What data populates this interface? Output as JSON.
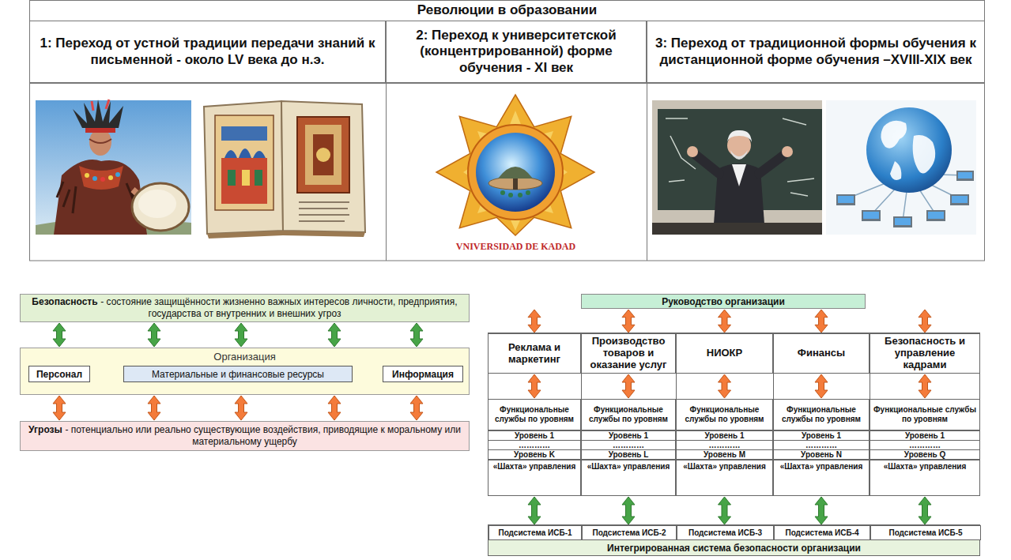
{
  "diagram": {
    "title": "Революции в образовании",
    "nodes": [
      {
        "text": [
          "1: Переход от устной традиции передачи знаний к письменной - около LV века до н.э."
        ]
      },
      {
        "text": [
          "2: Переход к университетской (концентрированной) форме обучения - XI век"
        ]
      },
      {
        "text": [
          "3: Переход от традиционной формы обучения к дистанционной форме обучения –XVIII-XIX век"
        ]
      },
      {
        "text": [
          "Безопасность",
          "- состояние защищённости жизненно важных интересов личности, предприятия, государства от внутренних и внешних угроз"
        ]
      },
      {
        "text": [
          "Организация"
        ]
      },
      {
        "text": [
          "Персонал"
        ],
        "in": 4
      },
      {
        "text": [
          "Материальные и финансовые ресурсы"
        ],
        "in": 4
      },
      {
        "text": [
          "Информация"
        ],
        "in": 4
      },
      {
        "text": [
          "Угрозы",
          "- потенциально или реально существующие воздействия, приводящие к моральному или материальному ущербу"
        ]
      },
      {
        "text": [
          "Руководство организации"
        ]
      },
      {
        "text": [
          "Реклама и маркетинг"
        ]
      },
      {
        "text": [
          "Производство товаров и оказание услуг"
        ]
      },
      {
        "text": [
          "НИОКР"
        ]
      },
      {
        "text": [
          "Финансы"
        ]
      },
      {
        "text": [
          "Безопасность и управление кадрами"
        ]
      },
      {
        "text": [
          "Функциональные службы по уровням"
        ]
      },
      {
        "text": [
          "Функциональные службы по уровням"
        ]
      },
      {
        "text": [
          "Функциональные службы по уровням"
        ]
      },
      {
        "text": [
          "Функциональные службы по уровням"
        ]
      },
      {
        "text": [
          "Функциональные службы по уровням"
        ]
      },
      {
        "text": [
          "Уровень 1"
        ]
      },
      {
        "text": [
          "Уровень 1"
        ]
      },
      {
        "text": [
          "Уровень 1"
        ]
      },
      {
        "text": [
          "Уровень 1"
        ]
      },
      {
        "text": [
          "Уровень 1"
        ]
      },
      {
        "text": [
          "…………"
        ]
      },
      {
        "text": [
          "…………"
        ]
      },
      {
        "text": [
          "…………"
        ]
      },
      {
        "text": [
          "…………"
        ]
      },
      {
        "text": [
          "…………"
        ]
      },
      {
        "text": [
          "Уровень K"
        ]
      },
      {
        "text": [
          "Уровень L"
        ]
      },
      {
        "text": [
          "Уровень M"
        ]
      },
      {
        "text": [
          "Уровень N"
        ]
      },
      {
        "text": [
          "Уровень Q"
        ]
      },
      {
        "text": [
          "«Шахта» управления"
        ]
      },
      {
        "text": [
          "«Шахта» управления"
        ]
      },
      {
        "text": [
          "«Шахта» управления"
        ]
      },
      {
        "text": [
          "«Шахта» управления"
        ]
      },
      {
        "text": [
          "«Шахта» управления"
        ]
      },
      {
        "text": [
          "Интегрированная система безопасности организации"
        ]
      },
      {
        "text": [
          "Подсистема ИСБ-1"
        ],
        "in": 40
      },
      {
        "text": [
          "Подсистема ИСБ-2"
        ],
        "in": 40
      },
      {
        "text": [
          "Подсистема ИСБ-3"
        ],
        "in": 40
      },
      {
        "text": [
          "Подсистема ИСБ-4"
        ],
        "in": 40
      },
      {
        "text": [
          "Подсистема ИСБ-5"
        ],
        "in": 40
      }
    ],
    "edges": [
      {
        "from": 3,
        "to": 4,
        "arrow": "both"
      },
      {
        "from": 3,
        "to": 4,
        "arrow": "both"
      },
      {
        "from": 3,
        "to": 4,
        "arrow": "both"
      },
      {
        "from": 3,
        "to": 4,
        "arrow": "both"
      },
      {
        "from": 3,
        "to": 4,
        "arrow": "both"
      },
      {
        "from": 4,
        "to": 8,
        "arrow": "both"
      },
      {
        "from": 4,
        "to": 8,
        "arrow": "both"
      },
      {
        "from": 4,
        "to": 8,
        "arrow": "both"
      },
      {
        "from": 4,
        "to": 8,
        "arrow": "both"
      },
      {
        "from": 4,
        "to": 8,
        "arrow": "both"
      },
      {
        "from": 9,
        "to": 10,
        "arrow": "both"
      },
      {
        "from": 9,
        "to": 11,
        "arrow": "both"
      },
      {
        "from": 9,
        "to": 12,
        "arrow": "both"
      },
      {
        "from": 9,
        "to": 13,
        "arrow": "both"
      },
      {
        "from": 9,
        "to": 14,
        "arrow": "both"
      },
      {
        "from": 10,
        "to": 15,
        "arrow": "both"
      },
      {
        "from": 11,
        "to": 16,
        "arrow": "both"
      },
      {
        "from": 12,
        "to": 17,
        "arrow": "both"
      },
      {
        "from": 13,
        "to": 18,
        "arrow": "both"
      },
      {
        "from": 14,
        "to": 19,
        "arrow": "both"
      },
      {
        "from": 35,
        "to": 41,
        "arrow": "both"
      },
      {
        "from": 36,
        "to": 42,
        "arrow": "both"
      },
      {
        "from": 37,
        "to": 43,
        "arrow": "both"
      },
      {
        "from": 38,
        "to": 44,
        "arrow": "both"
      },
      {
        "from": 39,
        "to": 45,
        "arrow": "both"
      }
    ],
    "labels": [
      "VNIVERSIDAD DE KADAD"
    ]
  }
}
